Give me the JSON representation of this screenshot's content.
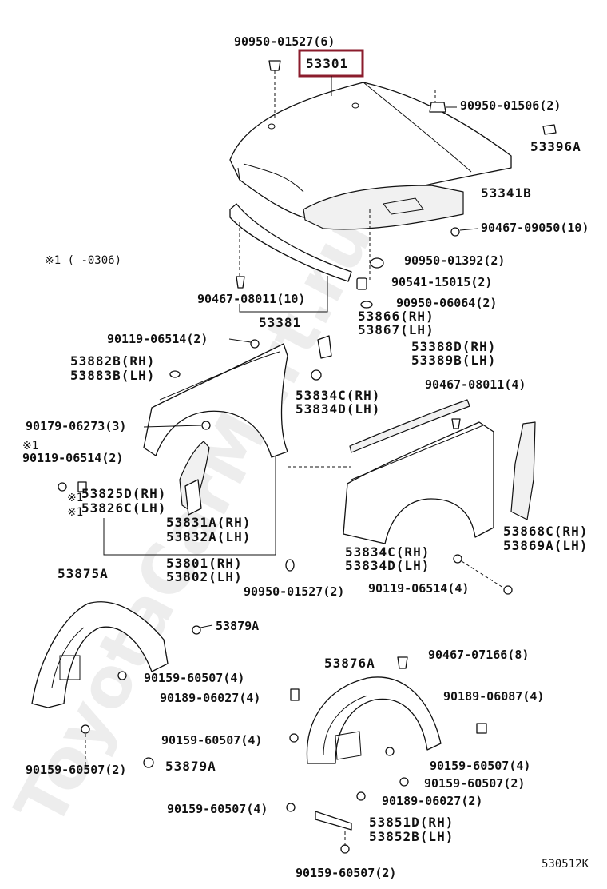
{
  "watermark": "ToyotaCarMart.ru",
  "diagram_code": "530512K",
  "footnote": "※1 (      -0306)",
  "highlighted_part": "53301",
  "labels": {
    "l_90950_01527_6": "90950-01527(6)",
    "l_53301": "53301",
    "l_90950_01506_2": "90950-01506(2)",
    "l_53396A": "53396A",
    "l_53341B": "53341B",
    "l_90467_09050_10": "90467-09050(10)",
    "l_90950_01392_2": "90950-01392(2)",
    "l_90541_15015_2": "90541-15015(2)",
    "l_90950_06064_2": "90950-06064(2)",
    "l_90467_08011_10": "90467-08011(10)",
    "l_53381": "53381",
    "l_53866_rh": "53866(RH)",
    "l_53867_lh": "53867(LH)",
    "l_90119_06514_2_top": "90119-06514(2)",
    "l_53388d_rh": "53388D(RH)",
    "l_53389b_lh": "53389B(LH)",
    "l_53882b_rh": "53882B(RH)",
    "l_53883b_lh": "53883B(LH)",
    "l_53834c_rh_top": "53834C(RH)",
    "l_53834d_lh_top": "53834D(LH)",
    "l_90467_08011_4": "90467-08011(4)",
    "l_90179_06273_3": "90179-06273(3)",
    "l_star1_a": "※1",
    "l_90119_06514_2_left": "90119-06514(2)",
    "l_53825d_rh": "53825D(RH)",
    "l_53826c_lh": "53826C(LH)",
    "l_star1_b": "※1",
    "l_star1_c": "※1",
    "l_53831a_rh": "53831A(RH)",
    "l_53832a_lh": "53832A(LH)",
    "l_53868c_rh": "53868C(RH)",
    "l_53869a_lh": "53869A(LH)",
    "l_53834c_rh_mid": "53834C(RH)",
    "l_53834d_lh_mid": "53834D(LH)",
    "l_53801_rh": "53801(RH)",
    "l_53802_lh": "53802(LH)",
    "l_90950_01527_2": "90950-01527(2)",
    "l_90119_06514_4": "90119-06514(4)",
    "l_53875a": "53875A",
    "l_53879a_top": "53879A",
    "l_90159_60507_4_a": "90159-60507(4)",
    "l_90467_07166_8": "90467-07166(8)",
    "l_53876a": "53876A",
    "l_90189_06027_4": "90189-06027(4)",
    "l_90189_06087_4": "90189-06087(4)",
    "l_90159_60507_4_b": "90159-60507(4)",
    "l_90159_60507_2_left": "90159-60507(2)",
    "l_53879a_bot": "53879A",
    "l_90159_60507_4_c": "90159-60507(4)",
    "l_90159_60507_2_right": "90159-60507(2)",
    "l_90189_06027_2": "90189-06027(2)",
    "l_90159_60507_4_d": "90159-60507(4)",
    "l_53851d_rh": "53851D(RH)",
    "l_53852b_lh": "53852B(LH)",
    "l_90159_60507_2_bot": "90159-60507(2)"
  }
}
